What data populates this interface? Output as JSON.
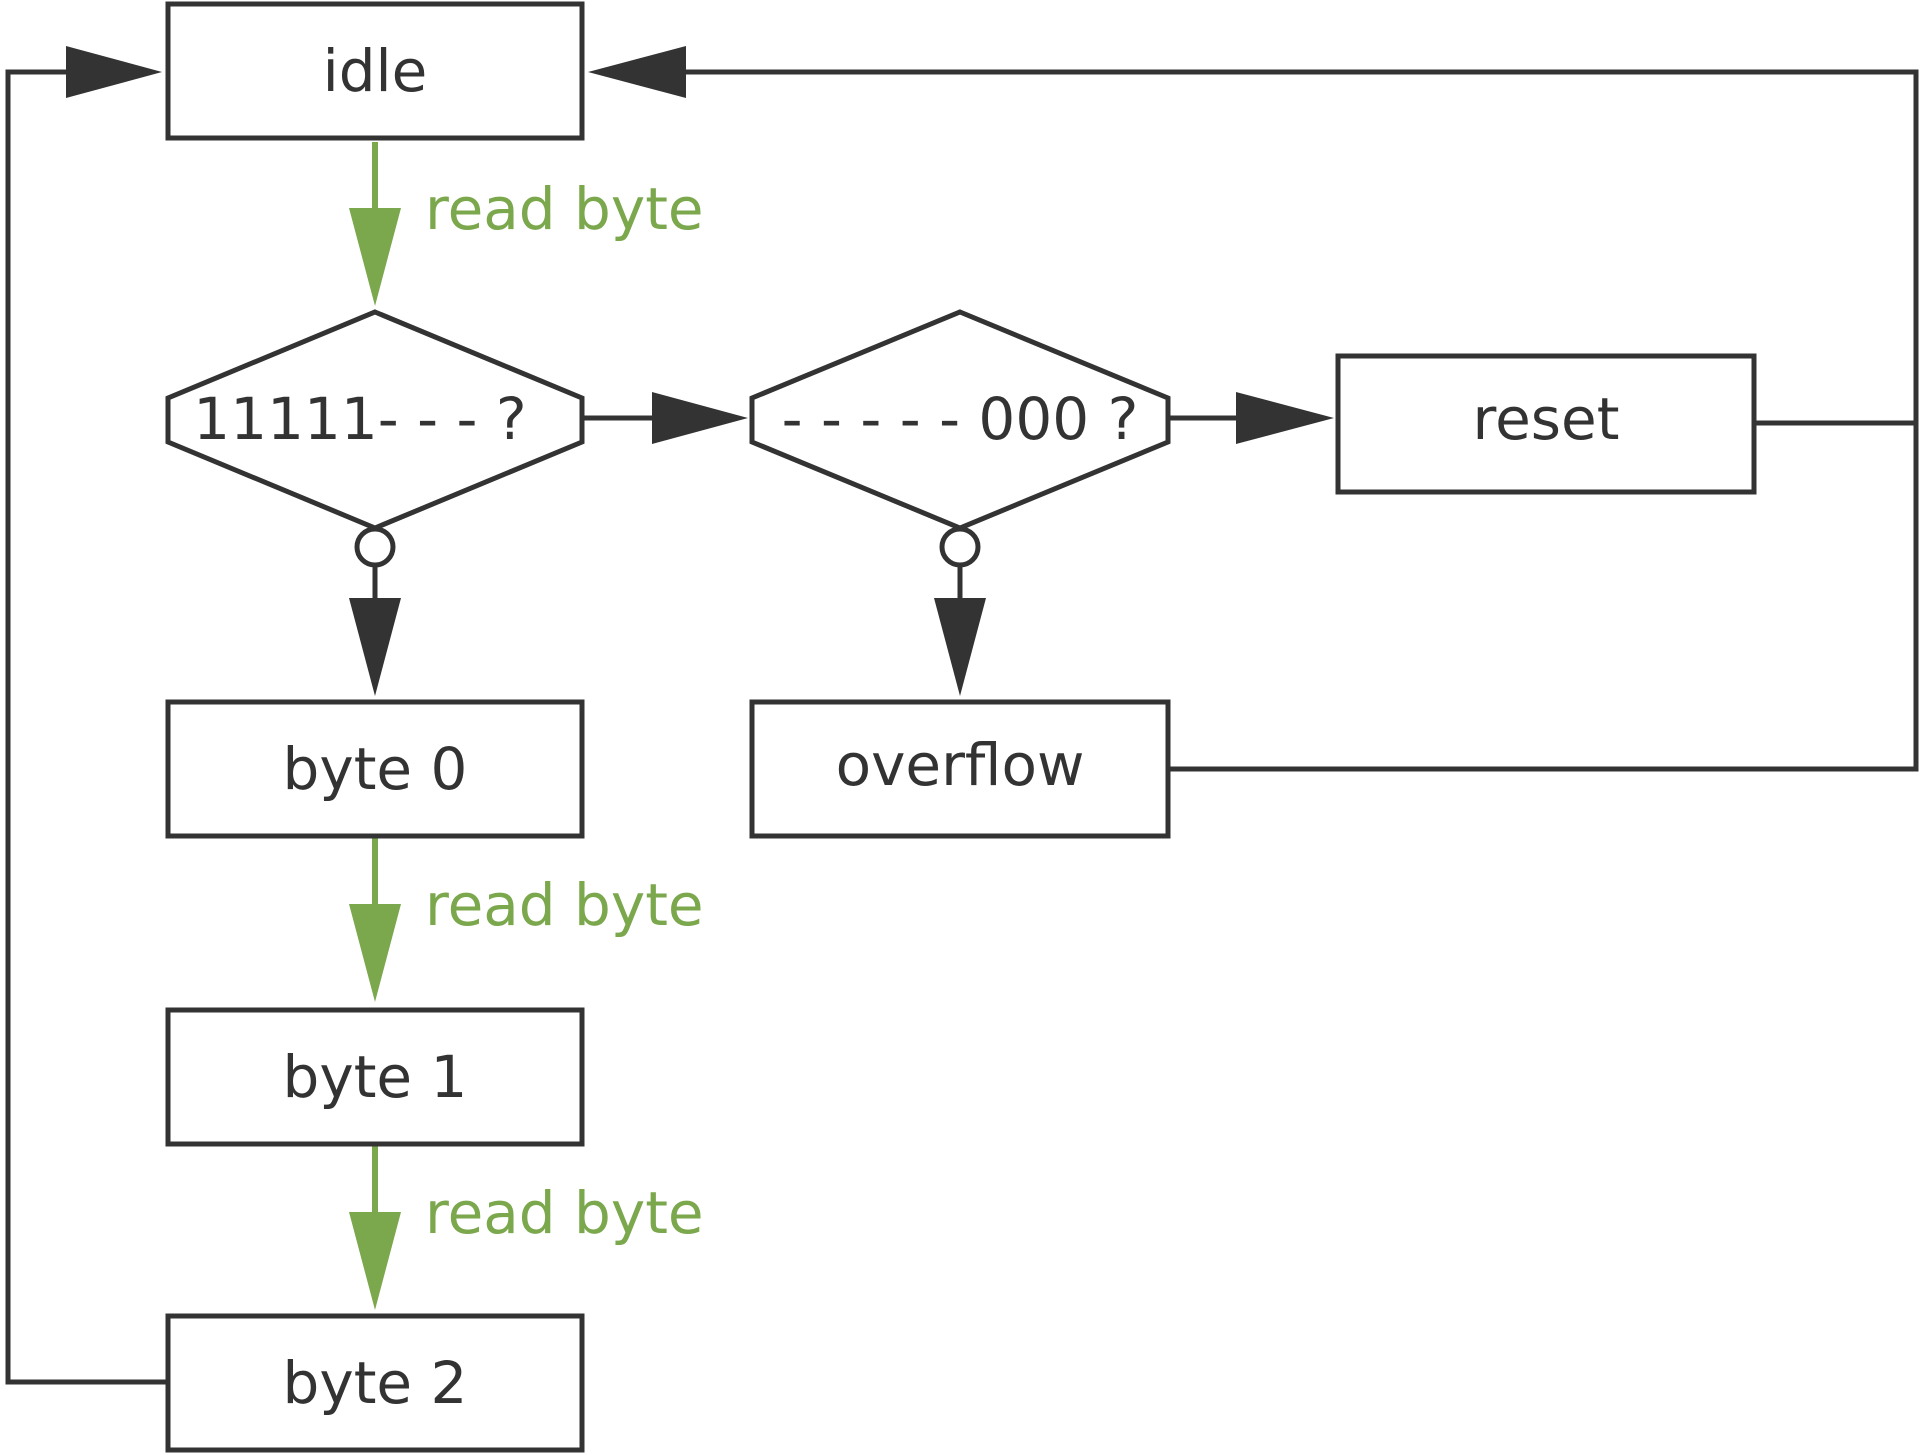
{
  "colors": {
    "stroke": "#333333",
    "accent": "#7ba74d",
    "background": "#ffffff"
  },
  "nodes": {
    "idle": "idle",
    "decision_header": "11111- - - ?",
    "decision_overflow": "- - - - - 000 ?",
    "reset": "reset",
    "byte0": "byte 0",
    "byte1": "byte 1",
    "byte2": "byte 2",
    "overflow": "overflow"
  },
  "edges": {
    "read1": "read byte",
    "read2": "read byte",
    "read3": "read byte"
  }
}
